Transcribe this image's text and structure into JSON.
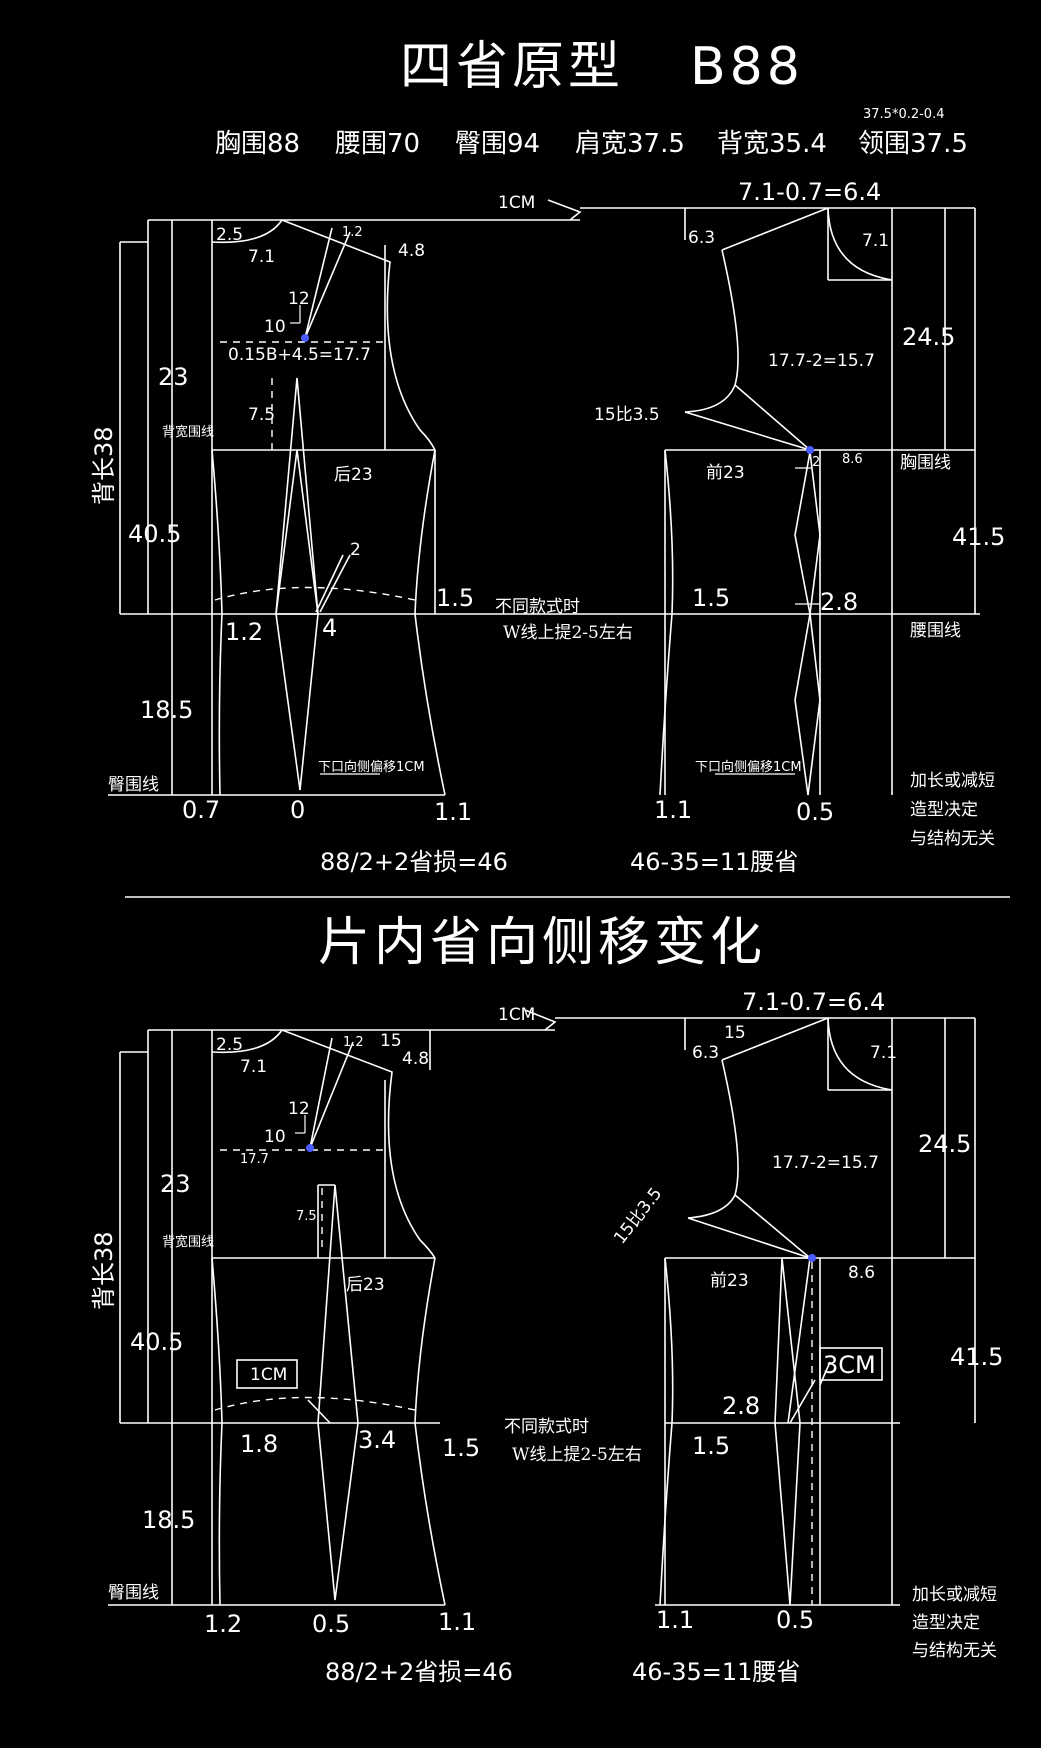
{
  "top": {
    "title": "四省原型",
    "size_code": "B88",
    "collar_formula": "37.5*0.2-0.4",
    "measurements": {
      "bust": "胸围88",
      "waist": "腰围70",
      "hip": "臀围94",
      "shoulder": "肩宽37.5",
      "back_width": "背宽35.4",
      "collar": "领围37.5"
    },
    "one_cm": "1CM",
    "front_neck_formula": "7.1-0.7=6.4",
    "back": {
      "neck_w": "2.5",
      "neck_h": "7.1",
      "shoulder_drop": "4.8",
      "dart": "1.2",
      "dart_12": "12",
      "dart_10": "10",
      "chest_formula": "0.15B+4.5=17.7",
      "d23": "23",
      "d7_5": "7.5",
      "back_length": "背长38",
      "width_line": "背宽围线",
      "back_label": "后23",
      "d40_5": "40.5",
      "dart_2": "2",
      "side_1_5": "1.5",
      "d1_2": "1.2",
      "d4": "4",
      "d18_5": "18.5",
      "hip_line": "臀围线",
      "hem_shift": "下口向侧偏移1CM",
      "hem_0_7": "0.7",
      "hem_0": "0",
      "hem_1_1": "1.1",
      "formula": "88/2+2省损=46"
    },
    "front": {
      "d6_3": "6.3",
      "d7_1": "7.1",
      "d24_5": "24.5",
      "chest_formula": "17.7-2=15.7",
      "ratio": "15比3.5",
      "front_label": "前23",
      "d2": "2",
      "d8_6": "8.6",
      "bust_line": "胸围线",
      "d41_5": "41.5",
      "d1_5": "1.5",
      "d2_8": "2.8",
      "waist_line": "腰围线",
      "hem_shift": "下口向侧偏移1CM",
      "hem_1_1": "1.1",
      "hem_0_5": "0.5",
      "formula": "46-35=11腰省"
    },
    "note1": "不同款式时",
    "note2": "W线上提2-5左右",
    "side_note": [
      "加长或减短",
      "造型决定",
      "与结构无关"
    ]
  },
  "bottom": {
    "title": "片内省向侧移变化",
    "one_cm": "1CM",
    "front_neck_formula": "7.1-0.7=6.4",
    "back": {
      "neck_w": "2.5",
      "neck_h": "7.1",
      "d15": "15",
      "shoulder_drop": "4.8",
      "dart": "1.2",
      "dart_12": "12",
      "dart_10": "10",
      "chest": "17.7",
      "d23": "23",
      "d7_5": "7.5",
      "back_length": "背长38",
      "width_line": "背宽围线",
      "back_label": "后23",
      "d40_5": "40.5",
      "box_1cm": "1CM",
      "d1_8": "1.8",
      "d3_4": "3.4",
      "side_1_5": "1.5",
      "d18_5": "18.5",
      "hip_line": "臀围线",
      "hem_1_2": "1.2",
      "hem_0_5": "0.5",
      "hem_1_1": "1.1",
      "formula": "88/2+2省损=46"
    },
    "front": {
      "d15": "15",
      "d6_3": "6.3",
      "d7_1": "7.1",
      "d24_5": "24.5",
      "chest_formula": "17.7-2=15.7",
      "ratio": "15比3.5",
      "front_label": "前23",
      "d8_6": "8.6",
      "d41_5": "41.5",
      "box_3cm": "3CM",
      "d2_8": "2.8",
      "d1_5": "1.5",
      "hem_1_1": "1.1",
      "hem_0_5": "0.5",
      "formula": "46-35=11腰省"
    },
    "note1": "不同款式时",
    "note2": "W线上提2-5左右",
    "side_note": [
      "加长或减短",
      "造型决定",
      "与结构无关"
    ]
  },
  "colors": {
    "background": "#000000",
    "lines": "#ffffff",
    "marker": "#4a5bff"
  }
}
